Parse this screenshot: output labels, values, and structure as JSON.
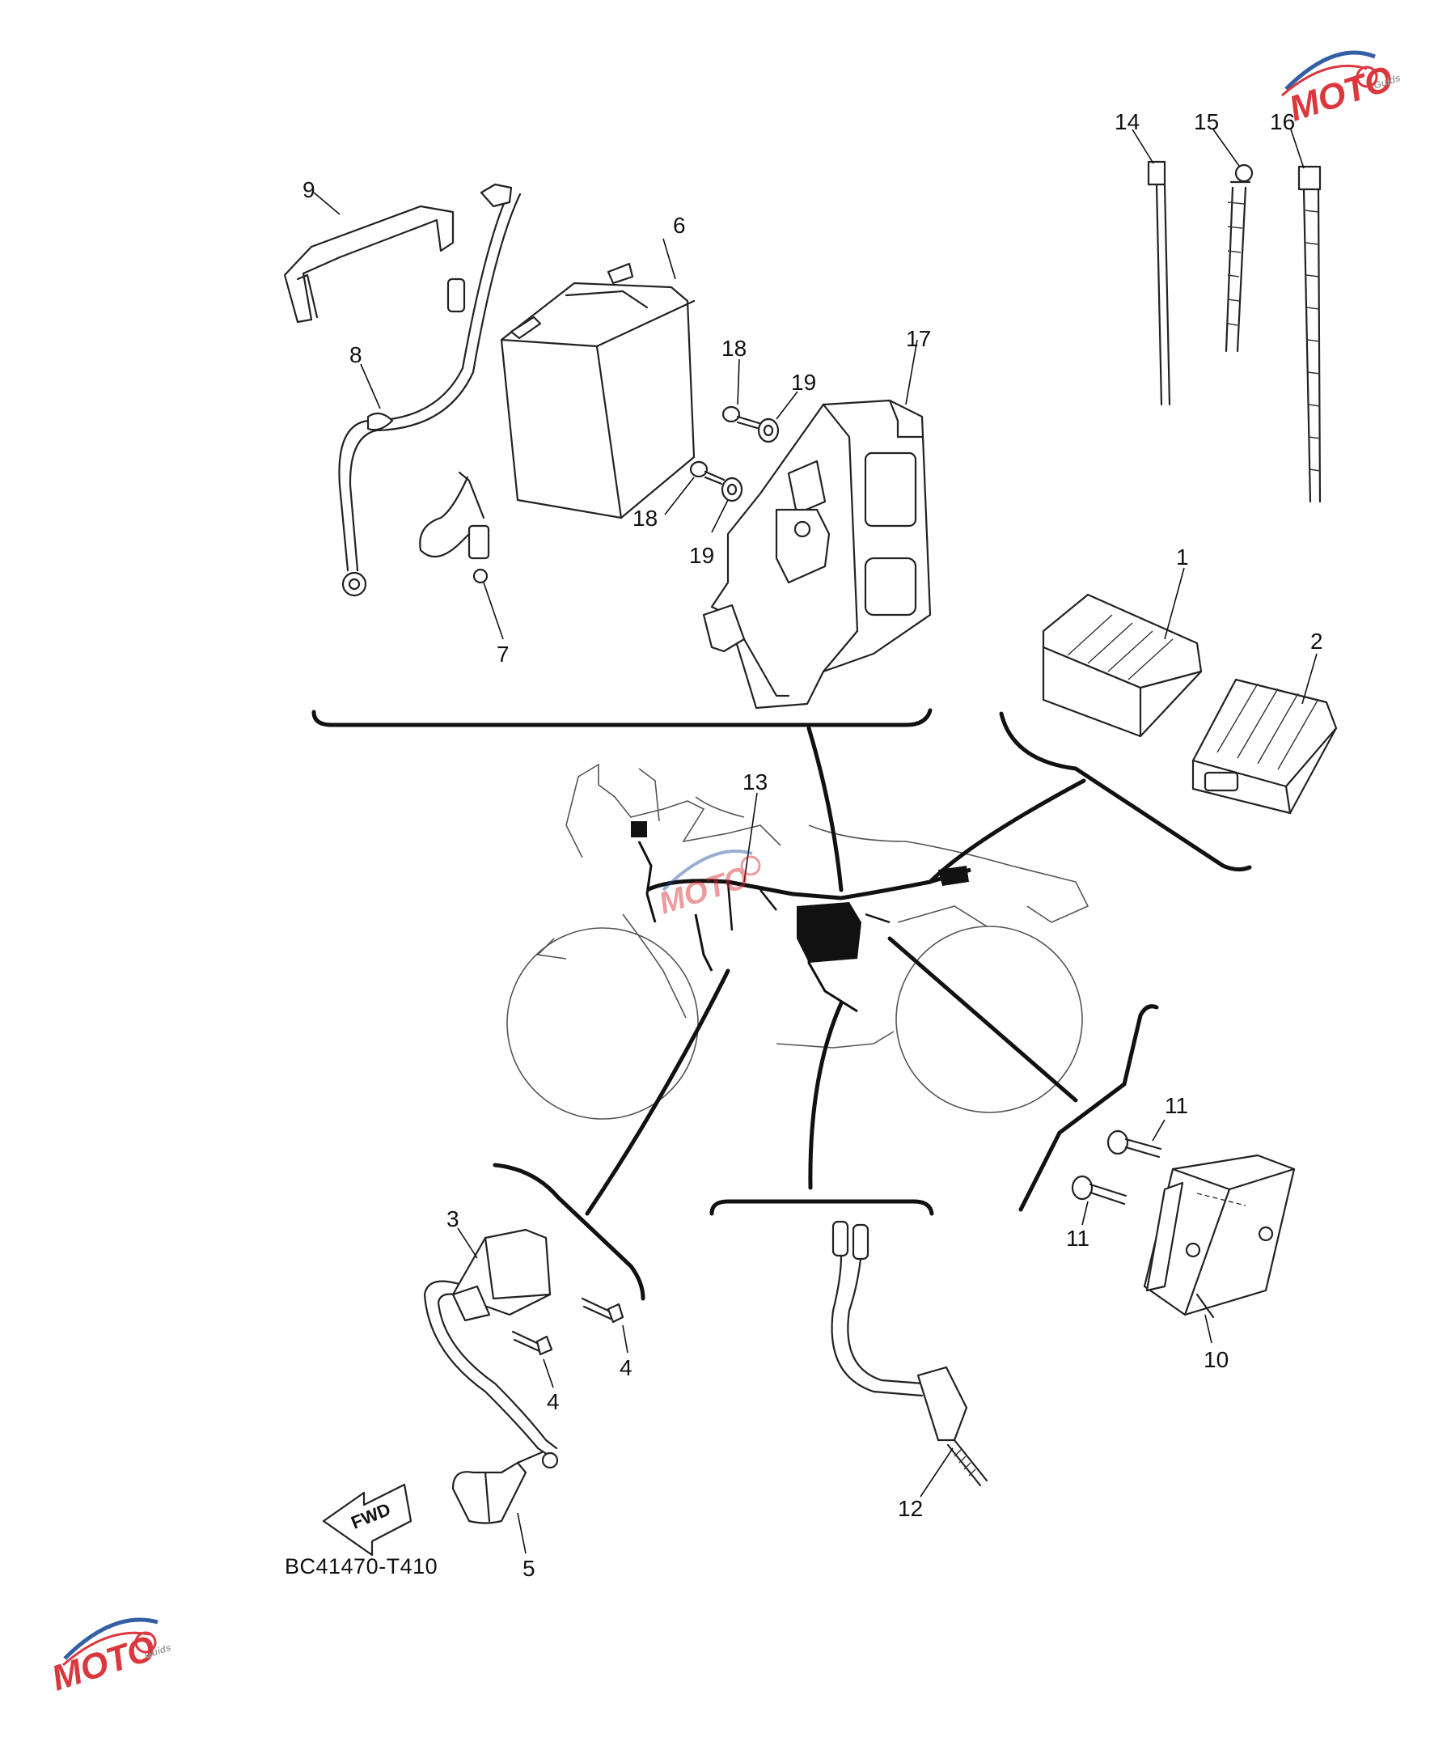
{
  "diagram": {
    "reference_code": "BC41470-T410",
    "forward_label": "FWD",
    "callouts": [
      "1",
      "2",
      "3",
      "4",
      "4",
      "5",
      "6",
      "7",
      "8",
      "9",
      "10",
      "11",
      "11",
      "12",
      "13",
      "14",
      "15",
      "16",
      "17",
      "18",
      "18",
      "19",
      "19"
    ]
  },
  "watermark": {
    "logo_text": "MOTO",
    "sub_text": "Guids",
    "colors": {
      "red": "#d8232a",
      "blue": "#1f4e9c"
    }
  }
}
